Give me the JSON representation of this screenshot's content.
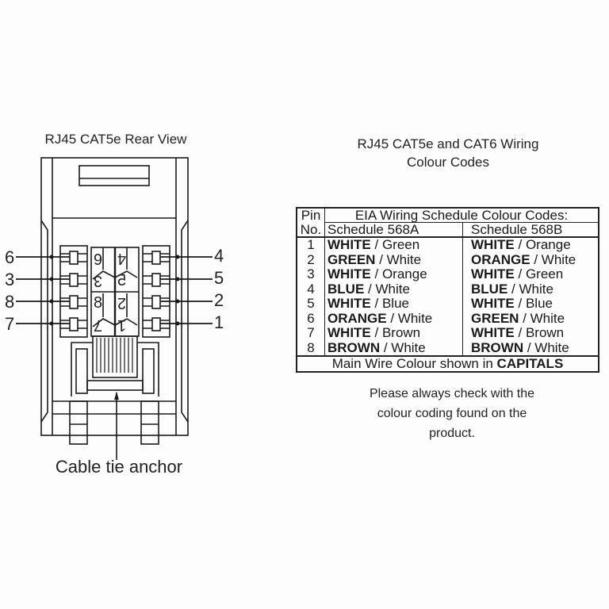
{
  "left_panel": {
    "title": "RJ45 CAT5e Rear View",
    "left_pin_labels": [
      "6",
      "3",
      "8",
      "7"
    ],
    "right_pin_labels": [
      "4",
      "5",
      "2",
      "1"
    ],
    "slot_numbers_left": [
      "6",
      "3",
      "8",
      "7"
    ],
    "slot_numbers_right": [
      "4",
      "5",
      "2",
      "1"
    ],
    "cable_anchor_label": "Cable tie anchor"
  },
  "right_panel": {
    "title_line1": "RJ45 CAT5e and CAT6 Wiring",
    "title_line2": "Colour Codes",
    "table": {
      "pin_header_line1": "Pin",
      "pin_header_line2": "No.",
      "group_header": "EIA Wiring Schedule Colour Codes:",
      "col_a_header": "Schedule 568A",
      "col_b_header": "Schedule 568B",
      "rows": [
        {
          "pin": "1",
          "a_main": "WHITE",
          "a_sec": "Green",
          "b_main": "WHITE",
          "b_sec": "Orange"
        },
        {
          "pin": "2",
          "a_main": "GREEN",
          "a_sec": "White",
          "b_main": "ORANGE",
          "b_sec": "White"
        },
        {
          "pin": "3",
          "a_main": "WHITE",
          "a_sec": "Orange",
          "b_main": "WHITE",
          "b_sec": "Green"
        },
        {
          "pin": "4",
          "a_main": "BLUE",
          "a_sec": "White",
          "b_main": "BLUE",
          "b_sec": "White"
        },
        {
          "pin": "5",
          "a_main": "WHITE",
          "a_sec": "Blue",
          "b_main": "WHITE",
          "b_sec": "Blue"
        },
        {
          "pin": "6",
          "a_main": "ORANGE",
          "a_sec": "White",
          "b_main": "GREEN",
          "b_sec": "White"
        },
        {
          "pin": "7",
          "a_main": "WHITE",
          "a_sec": "Brown",
          "b_main": "WHITE",
          "b_sec": "Brown"
        },
        {
          "pin": "8",
          "a_main": "BROWN",
          "a_sec": "White",
          "b_main": "BROWN",
          "b_sec": "White"
        }
      ],
      "separator": " / ",
      "footer_plain": "Main Wire Colour shown in ",
      "footer_bold": "CAPITALS"
    },
    "note_line1": "Please always check with the",
    "note_line2": "colour coding found on the",
    "note_line3": "product."
  }
}
